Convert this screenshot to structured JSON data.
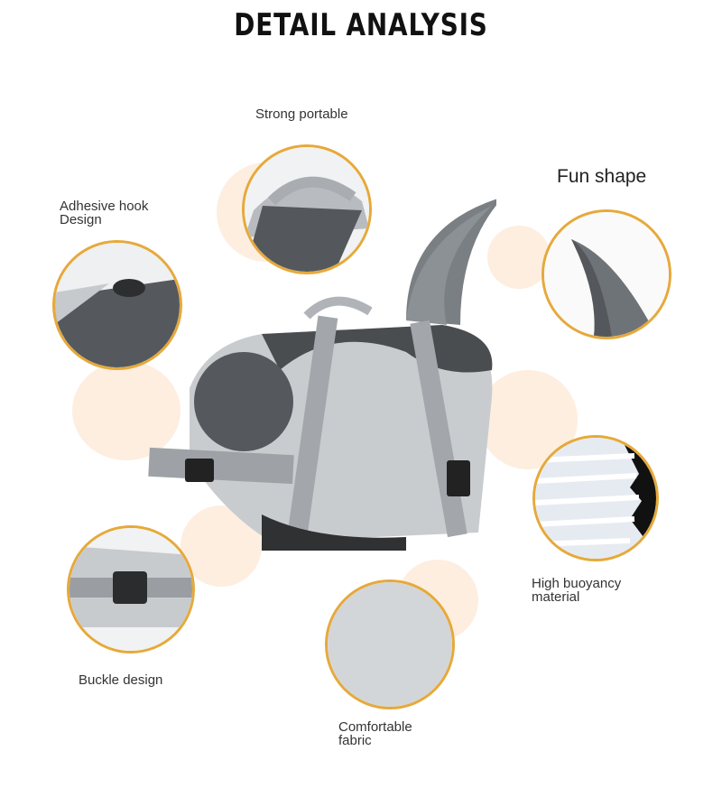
{
  "title": "DETAIL ANALYSIS",
  "features": [
    {
      "id": "strong-portable",
      "label": "Strong portable"
    },
    {
      "id": "adhesive-hook",
      "label_line1": "Adhesive hook",
      "label_line2": "Design"
    },
    {
      "id": "fun-shape",
      "label": "Fun shape"
    },
    {
      "id": "high-buoyancy",
      "label_line1": "High buoyancy",
      "label_line2": "material"
    },
    {
      "id": "buckle-design",
      "label": "Buckle design"
    },
    {
      "id": "comfortable-fabric",
      "label_line1": "Comfortable",
      "label_line2": "fabric"
    }
  ],
  "colors": {
    "accent_ring": "#e6a93a",
    "blob": "#fdeee0",
    "vest_light": "#c9cccf",
    "vest_dark": "#4a4d50"
  }
}
